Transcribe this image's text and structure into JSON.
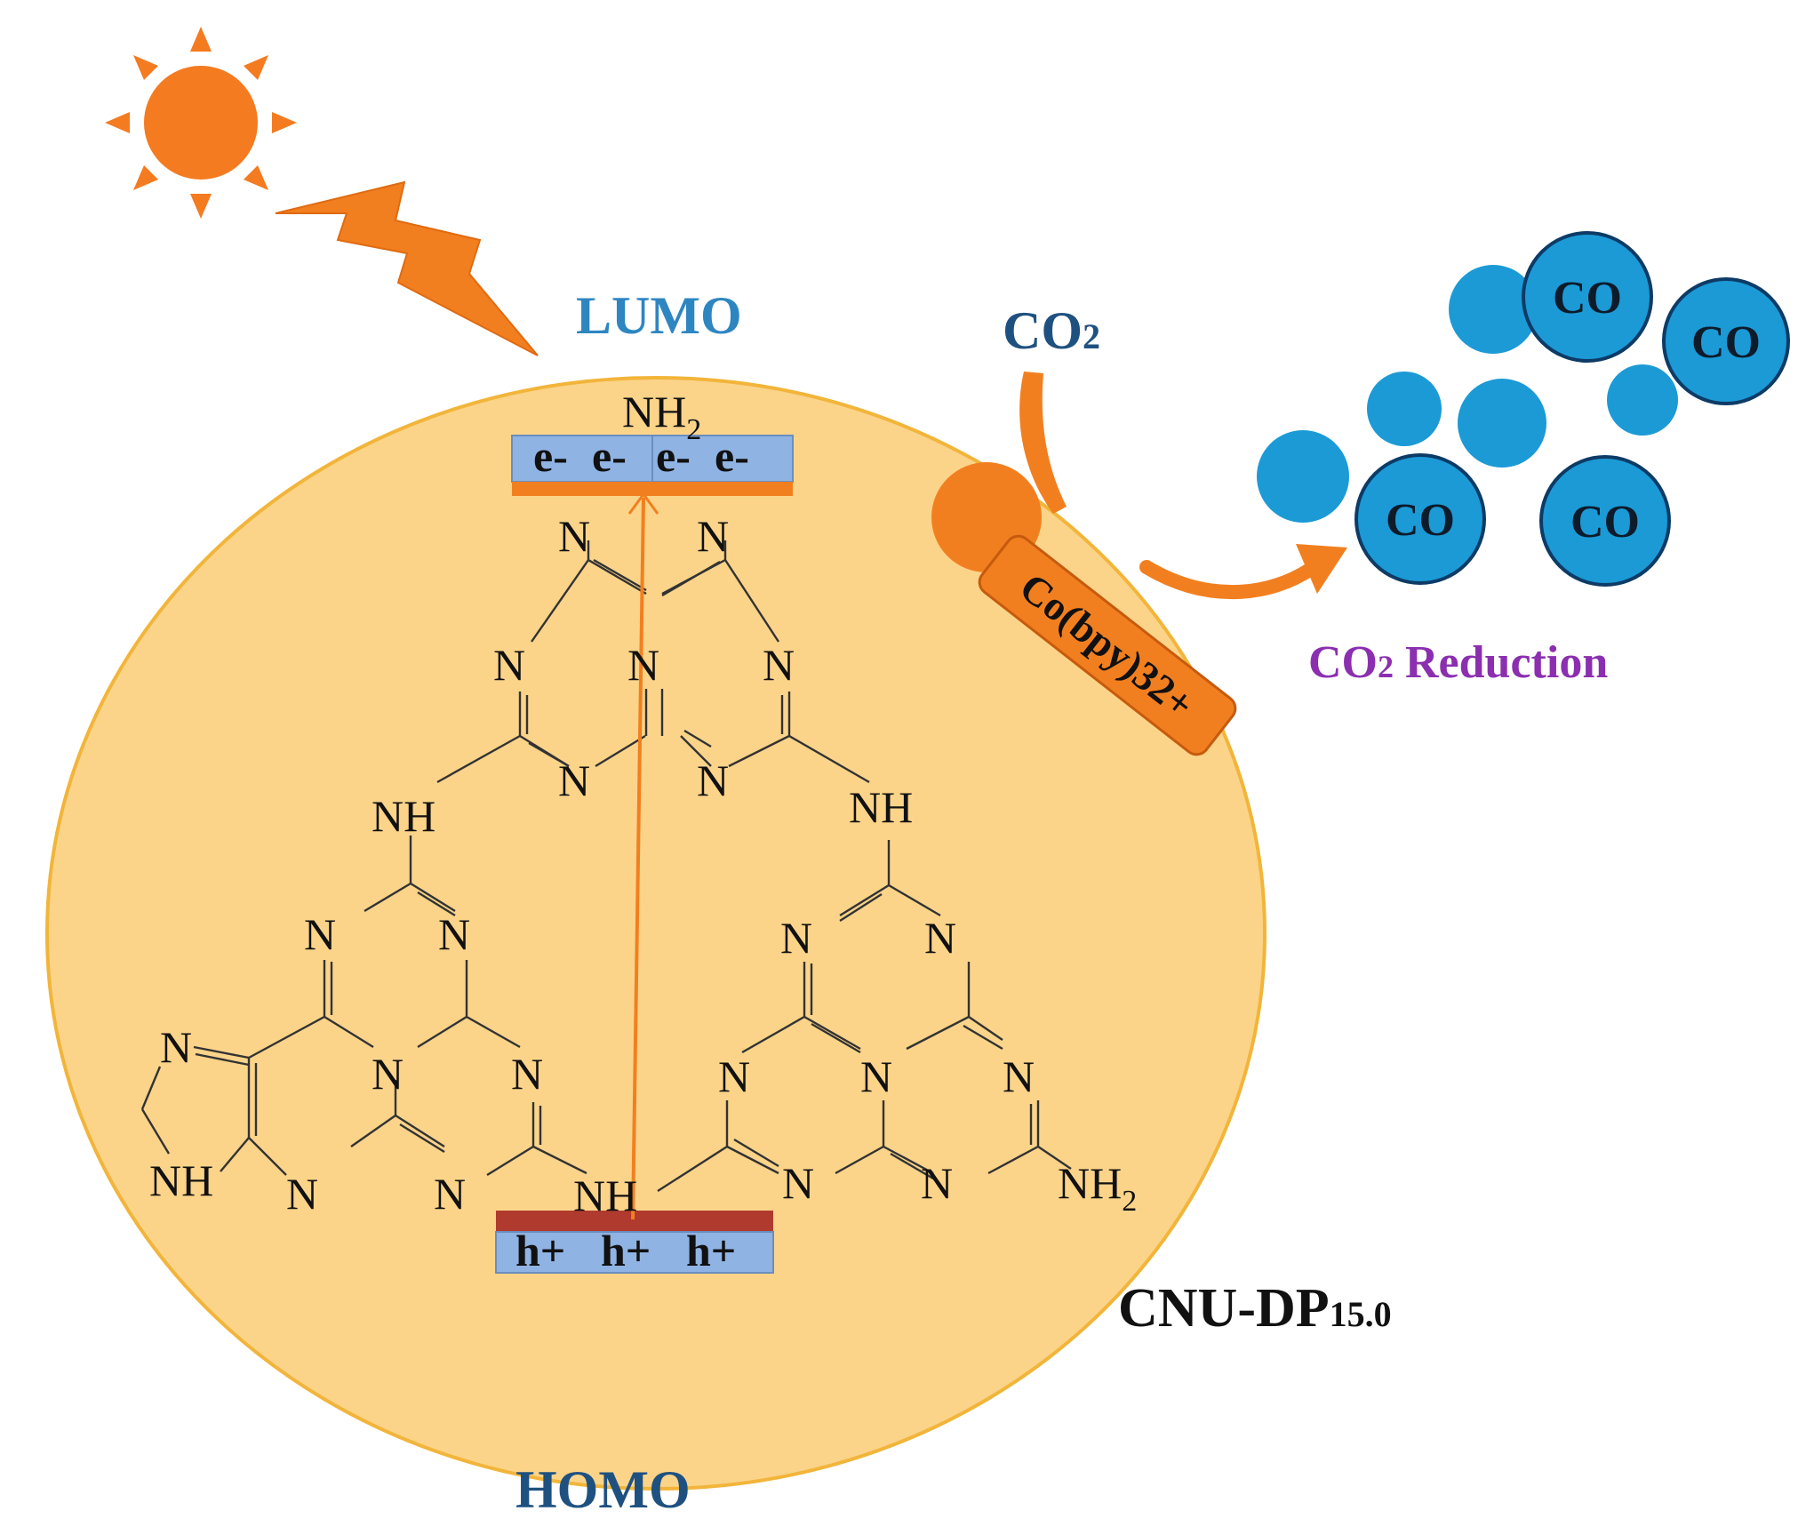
{
  "labels": {
    "lumo": "LUMO",
    "homo": "HOMO",
    "co2": "CO",
    "co2_sub": "2",
    "reduction_prefix": "CO",
    "reduction_sub": "2",
    "reduction_rest": " Reduction",
    "catalyst": "Co(bpy)32+",
    "material_main": "CNU-DP",
    "material_sub": "15.0"
  },
  "bands": {
    "electrons": [
      "e-",
      "e-",
      "e-",
      "e-"
    ],
    "holes": [
      "h+",
      "h+",
      "h+"
    ]
  },
  "products": [
    "CO",
    "CO",
    "CO",
    "CO"
  ],
  "structure": {
    "n": "N",
    "nh": "NH",
    "nh2": "NH",
    "nh2_sub": "2"
  },
  "colors": {
    "sphere_fill": "#fbd48a",
    "sphere_stroke": "#f2b53a",
    "orange": "#f27f1f",
    "sun": "#f47b20",
    "blue_bubble": "#1b9ad6",
    "navy_label": "#1f5180",
    "lumo_blue": "#2e86c1",
    "purple": "#8b2fb0",
    "band_blue": "#8fb3e3",
    "band_red": "#b03a2e"
  }
}
